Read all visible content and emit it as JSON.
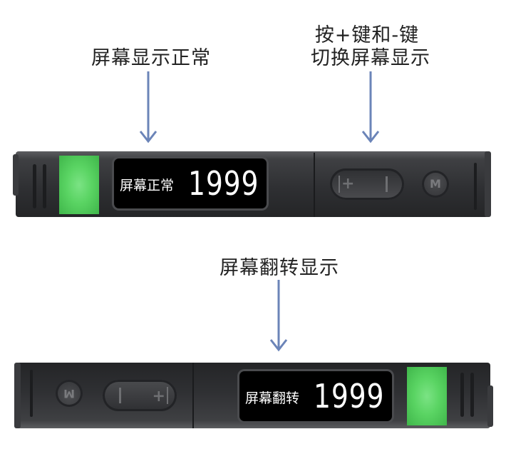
{
  "callouts": {
    "normal_display": "屏幕显示正常",
    "switch_line1": "按+键和-键",
    "switch_line2": "切换屏幕显示",
    "flipped_display": "屏幕翻转显示"
  },
  "top_device": {
    "screen_label": "屏幕正常",
    "screen_value": "1999",
    "m_button": "M"
  },
  "bottom_device": {
    "screen_label": "屏幕翻转",
    "screen_value": "1999",
    "m_button": "M"
  },
  "colors": {
    "arrow": "#6b84b8",
    "indicator_green": "#5ad463",
    "body": "#333437"
  }
}
